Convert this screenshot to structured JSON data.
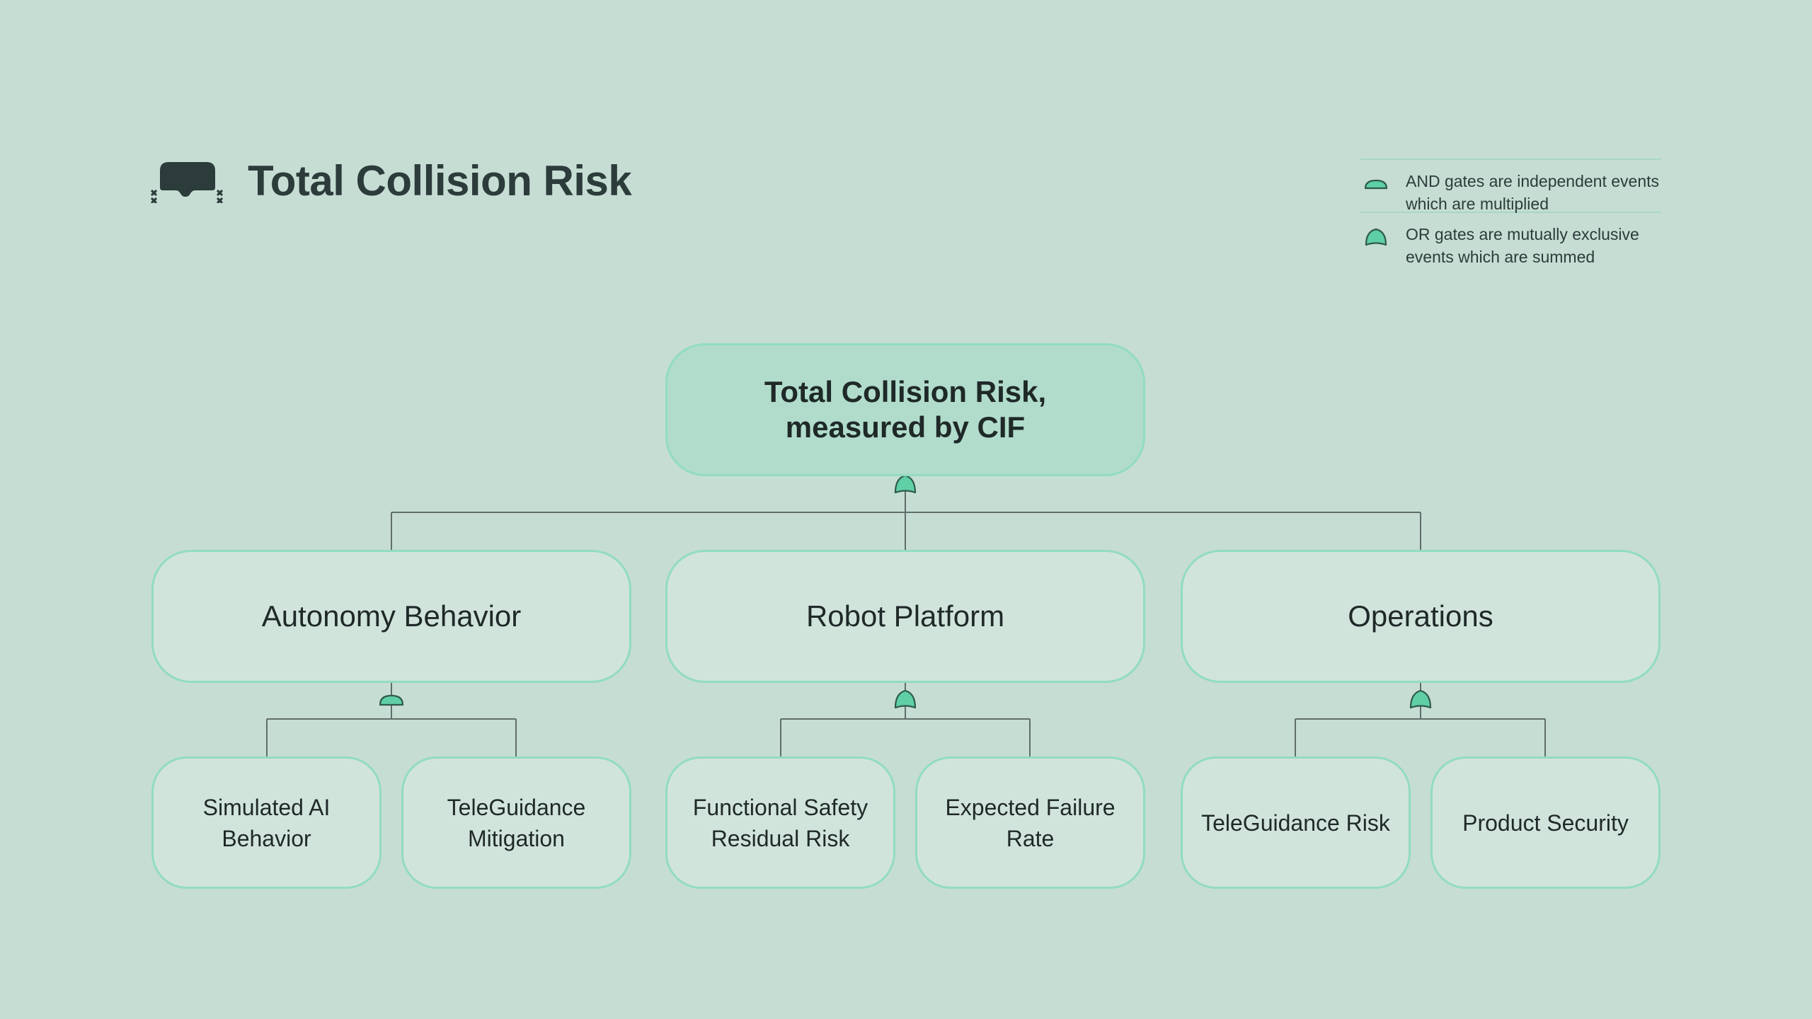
{
  "header": {
    "title": "Total Collision Risk",
    "icon": "robot-collision-icon"
  },
  "legend": {
    "and_text": "AND gates are independent events which are multiplied",
    "or_text": "OR gates are mutually exclusive events which are summed"
  },
  "tree": {
    "root": "Total Collision Risk, measured by CIF",
    "root_gate": "OR",
    "branches": [
      {
        "label": "Autonomy Behavior",
        "gate": "AND",
        "children": [
          "Simulated AI Behavior",
          "TeleGuidance Mitigation"
        ]
      },
      {
        "label": "Robot Platform",
        "gate": "OR",
        "children": [
          "Functional Safety Residual Risk",
          "Expected Failure Rate"
        ]
      },
      {
        "label": "Operations",
        "gate": "OR",
        "children": [
          "TeleGuidance Risk",
          "Product Security"
        ]
      }
    ]
  },
  "colors": {
    "background": "#c6ddd4",
    "node_border": "#92dcbf",
    "node_fill": "#d1e4dc",
    "root_fill": "#b1dccb",
    "gate_fill": "#5fcfa6",
    "gate_stroke": "#2f5a4c",
    "connector": "#5f6e6a",
    "title": "#2c3c3a"
  }
}
